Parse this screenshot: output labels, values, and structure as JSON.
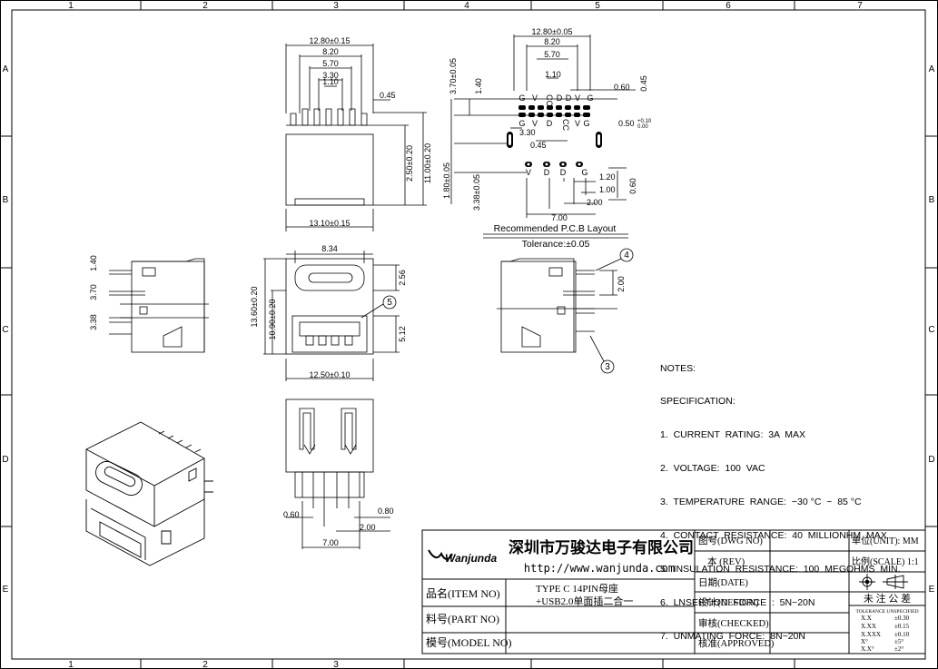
{
  "frame": {
    "col_labels": [
      "1",
      "2",
      "3",
      "4",
      "5",
      "6",
      "7"
    ],
    "row_labels": [
      "A",
      "B",
      "C",
      "D",
      "E"
    ]
  },
  "top_view": {
    "dims": {
      "width_total": "12.80±0.15",
      "w1": "8.20",
      "w2": "5.70",
      "w3": "3.30",
      "w4": "1.10",
      "pin": "0.45",
      "h_total": "11.00±0.20",
      "h_sub": "2.50±0.20",
      "base": "13.10±0.15"
    }
  },
  "pcb_layout": {
    "dims": {
      "d1": "12.80±0.05",
      "d2": "8.20",
      "d3": "5.70",
      "d4": "1.10",
      "d5": "3.30",
      "d6": "0.60",
      "d7": "0.45",
      "d8": "0.50",
      "tol_plus": "+0.10",
      "tol_zero": "0.00",
      "v1": "3.70±0.05",
      "v2": "1.40",
      "v3": "1.80±0.05",
      "v4": "3.38±0.05",
      "h45": "0.45",
      "h120": "1.20",
      "h100": "1.00",
      "h200": "2.00",
      "h700": "7.00",
      "h060": "0.60",
      "h045b": "0.45"
    },
    "pin_labels_top": [
      "G",
      "V",
      "CC",
      "D",
      "D",
      "V",
      "G"
    ],
    "pin_labels_bottom": [
      "G",
      "V",
      "D",
      "CC",
      "V",
      "G"
    ],
    "pin_labels_usb": [
      "V",
      "D",
      "D",
      "G"
    ],
    "title": "Recommended  P.C.B  Layout",
    "tolerance": "Tolerance:±0.05"
  },
  "side_left": {
    "dims": {
      "a": "1.40",
      "b": "3.70",
      "c": "3.38"
    }
  },
  "front_view": {
    "dims": {
      "top": "8.34",
      "h_total": "13.60±0.20",
      "h_sub": "10.90±0.20",
      "gap": "2.56",
      "usb_h": "5.12",
      "base": "12.50±0.10"
    },
    "callout": "5"
  },
  "side_right": {
    "dims": {
      "a": "2.00"
    },
    "callout_a": "4",
    "callout_b": "3"
  },
  "bottom_view": {
    "dims": {
      "a": "0.60",
      "b": "0.80",
      "c": "2.00",
      "d": "7.00"
    }
  },
  "notes": {
    "lines": [
      "NOTES:",
      "SPECIFICATION:",
      "1.  CURRENT  RATING:  3A  MAX",
      "2.  VOLTAGE:  100  VAC",
      "3.  TEMPERATURE  RANGE:  −30 °C  ~  85 °C",
      "4.  CONTACT  RESISTANCE:  40  MILLIONHM  MAX",
      "5.  INSULATION  RESISTANCE:  100  MEGOHMS  MIN.",
      "6.  LNSERTION  FORCE  :  5N~20N",
      "7.  UNMATING  FORCE:  8N~20N"
    ]
  },
  "title_block": {
    "company": "深圳市万骏达电子有限公司",
    "url": "http://www.wanjunda.com",
    "logo_text": "Wanjunda",
    "item_label": "品名(ITEM NO)",
    "item_value_1": "TYPE C 14PIN母座",
    "item_value_2": "+USB2.0单面插二合一",
    "part_label": "料号(PART NO)",
    "model_label": "模号(MODEL NO)",
    "dwg_label": "图号(DWG NO)",
    "rev_label": "本 (REV)",
    "date_label": "日期(DATE)",
    "design_label": "设计(DESIGN)",
    "checked_label": "审核(CHECKED)",
    "approved_label": "核准(APPROVED)",
    "unit_label": "单位(UNIT): MM",
    "scale_label": "比例(SCALE) 1:1",
    "tol_title": "未 注 公 差",
    "tol_subtitle": "TOLERANCE UNSPECIFIED",
    "tol_rows": [
      [
        "X.X",
        "±0.30"
      ],
      [
        "X.XX",
        "±0.15"
      ],
      [
        "X.XXX",
        "±0.10"
      ],
      [
        "X°",
        "±5°"
      ],
      [
        "X.X°",
        "±2°"
      ]
    ]
  }
}
